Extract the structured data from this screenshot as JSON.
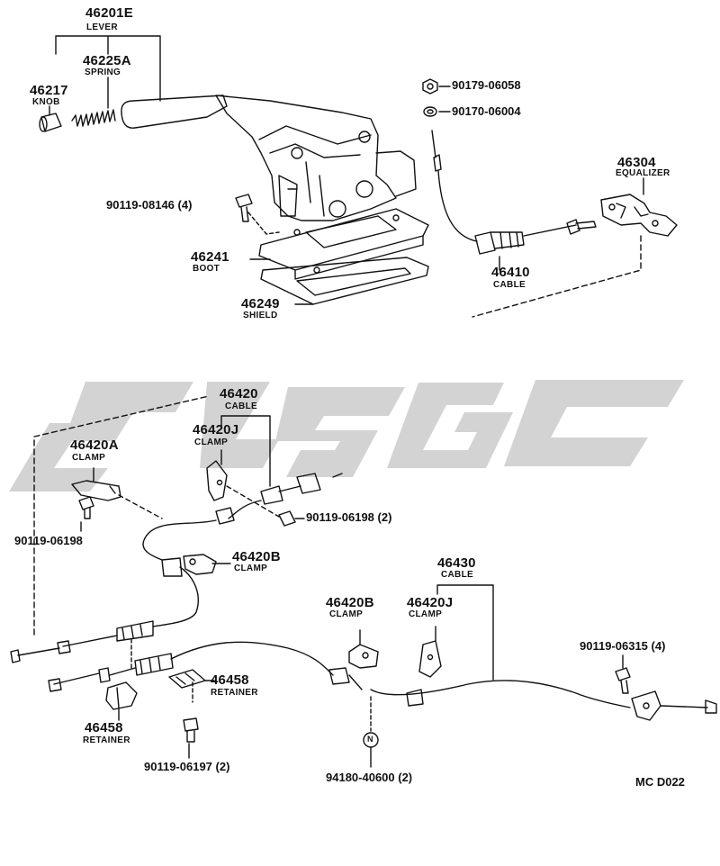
{
  "labels": {
    "lever_pn": "46201E",
    "lever_nm": "LEVER",
    "spring_pn": "46225A",
    "spring_nm": "SPRING",
    "knob_pn": "46217",
    "knob_nm": "KNOB",
    "bolt_pn": "90119-08146 (4)",
    "boot_pn": "46241",
    "boot_nm": "BOOT",
    "shield_pn": "46249",
    "shield_nm": "SHIELD",
    "nut1_pn": "90179-06058",
    "nut2_pn": "90170-06004",
    "equalizer_pn": "46304",
    "equalizer_nm": "EQUALIZER",
    "cable_front_pn": "46410",
    "cable_front_nm": "CABLE",
    "cable_l_pn": "46420",
    "cable_l_nm": "CABLE",
    "clamp_j1_pn": "46420J",
    "clamp_j1_nm": "CLAMP",
    "clamp_a_pn": "46420A",
    "clamp_a_nm": "CLAMP",
    "bolt_a_pn": "90119-06198",
    "bolt_b_pn": "90119-06198 (2)",
    "clamp_b1_pn": "46420B",
    "clamp_b1_nm": "CLAMP",
    "cable_r_pn": "46430",
    "cable_r_nm": "CABLE",
    "clamp_b2_pn": "46420B",
    "clamp_b2_nm": "CLAMP",
    "clamp_j2_pn": "46420J",
    "clamp_j2_nm": "CLAMP",
    "bolt_c_pn": "90119-06315 (4)",
    "retainer1_pn": "46458",
    "retainer1_nm": "RETAINER",
    "retainer2_pn": "46458",
    "retainer2_nm": "RETAINER",
    "bolt_d_pn": "90119-06197 (2)",
    "nut3_pn": "94180-40600 (2)",
    "nut3_symbol": "N",
    "drawing_code": "MC D022"
  },
  "colors": {
    "line": "#111111",
    "watermark": "#d2d2d2"
  }
}
